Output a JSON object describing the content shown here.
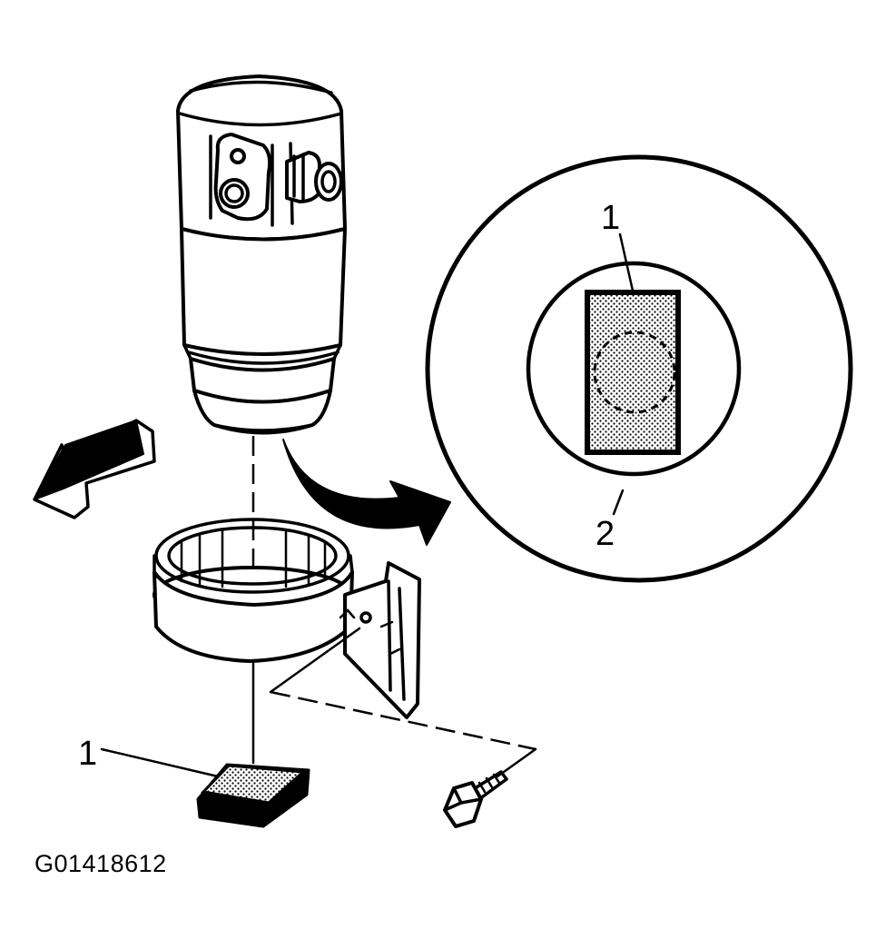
{
  "figure_id": "G01418612",
  "callouts": {
    "desiccant_pad": "1",
    "detail_pad": "1",
    "detail_ring": "2"
  }
}
